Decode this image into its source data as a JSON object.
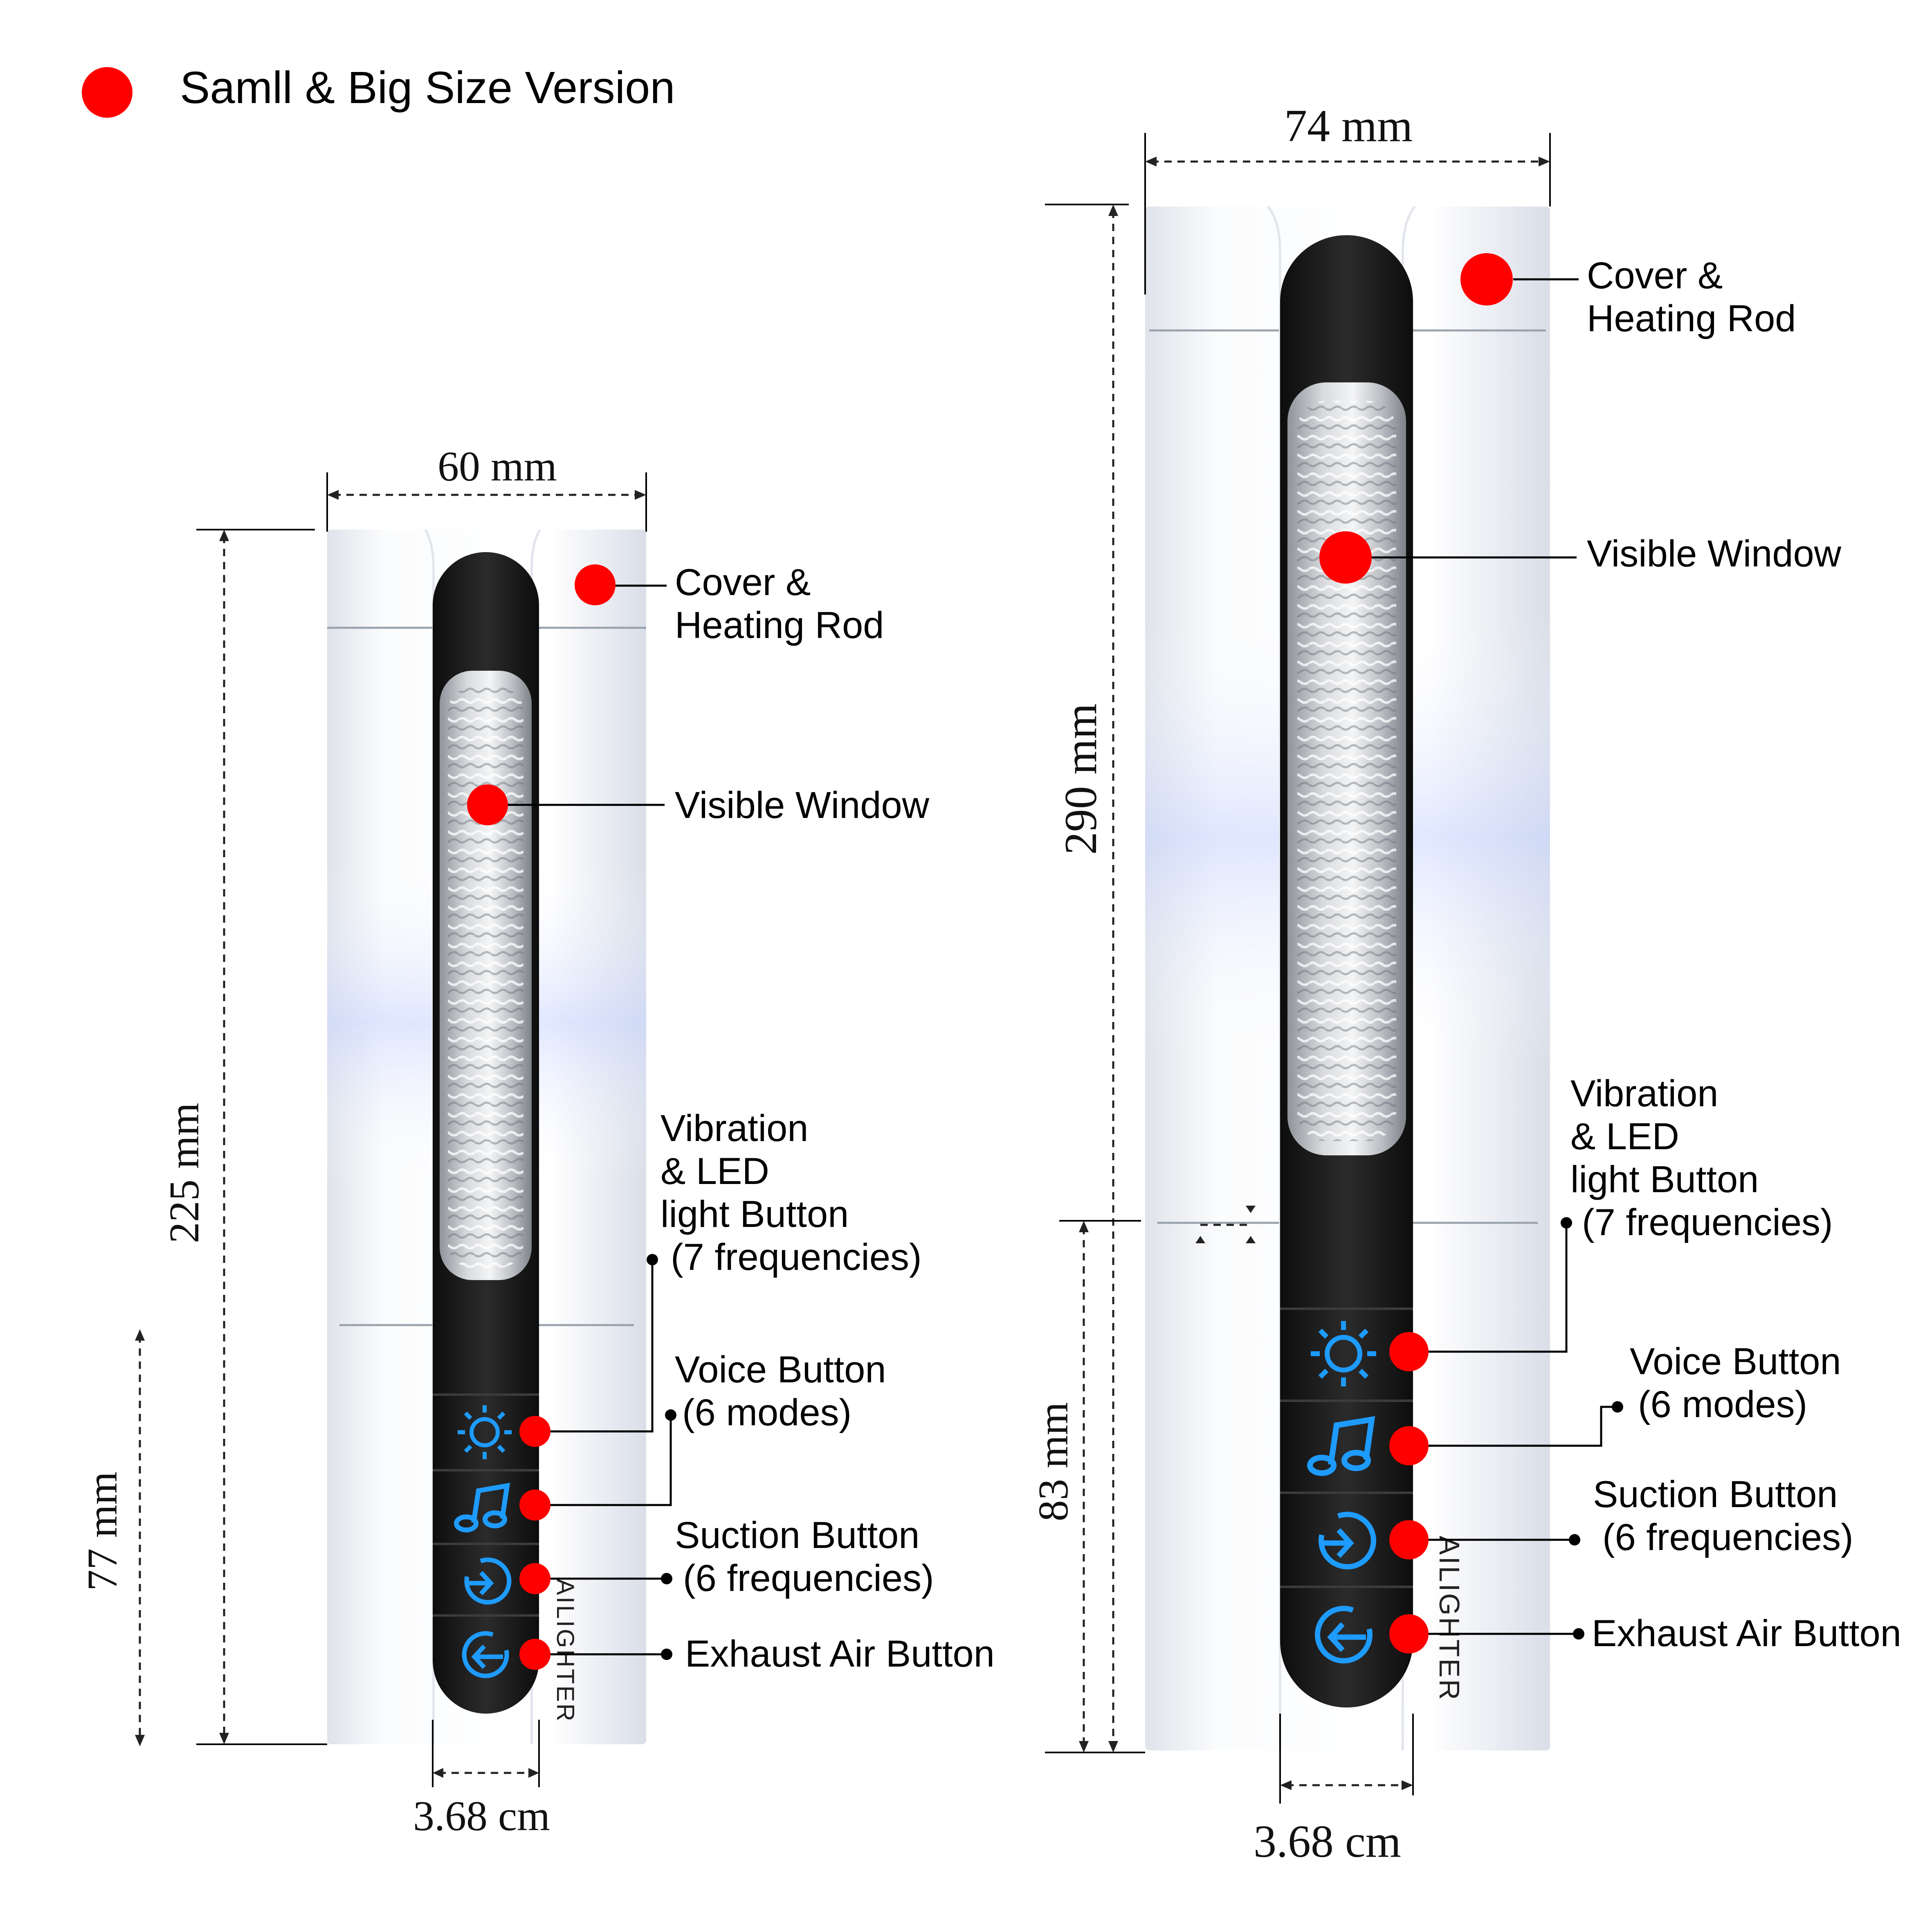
{
  "title": "Samll & Big Size Version",
  "colors": {
    "marker": "#ff0000",
    "icon_blue": "#1e9bff",
    "body_black": "#1b1b1b",
    "body_white": "#f7f8fa"
  },
  "icons": [
    "sun-icon",
    "music-note-icon",
    "suction-power-icon",
    "exhaust-power-icon"
  ],
  "small": {
    "width": "60 mm",
    "height": "225 mm",
    "lower_height": "77 mm",
    "base_width": "3.68  cm",
    "brand": "AILIGHTER",
    "labels": {
      "cover": [
        "Cover &",
        "Heating Rod"
      ],
      "window": "Visible Window",
      "vibration": [
        "Vibration",
        "& LED",
        "light Button",
        "(7 frequencies)"
      ],
      "voice": [
        "Voice Button",
        "(6 modes)"
      ],
      "suction": [
        "Suction Button",
        "(6 frequencies)"
      ],
      "exhaust": "Exhaust Air Button"
    }
  },
  "big": {
    "width": "74 mm",
    "height": "290  mm",
    "lower_height": "83  mm",
    "base_width": "3.68  cm",
    "brand": "AILIGHTER",
    "labels": {
      "cover": [
        "Cover &",
        "Heating Rod"
      ],
      "window": "Visible Window",
      "vibration": [
        "Vibration",
        "& LED",
        "light Button",
        "(7 frequencies)"
      ],
      "voice": [
        "Voice Button",
        "(6 modes)"
      ],
      "suction": [
        "Suction Button",
        "(6 frequencies)"
      ],
      "exhaust": "Exhaust Air Button"
    }
  }
}
